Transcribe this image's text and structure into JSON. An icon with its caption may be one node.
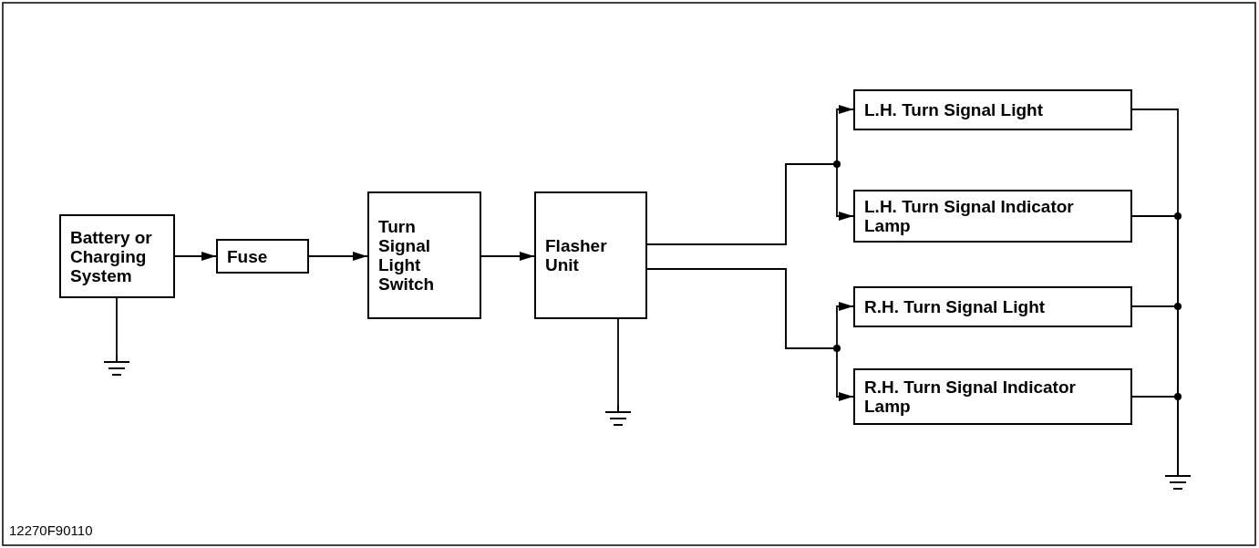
{
  "diagram": {
    "nodes": [
      {
        "text": [
          "Battery or Charging System"
        ]
      },
      {
        "text": [
          "Fuse"
        ]
      },
      {
        "text": [
          "Turn Signal Light Switch"
        ]
      },
      {
        "text": [
          "Flasher Unit"
        ]
      },
      {
        "text": [
          "L.H. Turn Signal Light"
        ]
      },
      {
        "text": [
          "L.H. Turn Signal Indicator Lamp"
        ]
      },
      {
        "text": [
          "R.H. Turn Signal Light"
        ]
      },
      {
        "text": [
          "R.H. Turn Signal Indicator Lamp"
        ]
      },
      {
        "text": [],
        "shape": "ground"
      },
      {
        "text": [],
        "shape": "ground"
      },
      {
        "text": [],
        "shape": "ground"
      }
    ],
    "edges": [
      {
        "from": 0,
        "to": 1,
        "arrow": "to"
      },
      {
        "from": 1,
        "to": 2,
        "arrow": "to"
      },
      {
        "from": 2,
        "to": 3,
        "arrow": "to"
      },
      {
        "from": 3,
        "to": 4,
        "arrow": "to"
      },
      {
        "from": 3,
        "to": 5,
        "arrow": "to"
      },
      {
        "from": 3,
        "to": 6,
        "arrow": "to"
      },
      {
        "from": 3,
        "to": 7,
        "arrow": "to"
      },
      {
        "from": 0,
        "to": 8,
        "arrow": "none"
      },
      {
        "from": 3,
        "to": 9,
        "arrow": "none"
      },
      {
        "from": 4,
        "to": 10,
        "arrow": "none"
      },
      {
        "from": 5,
        "to": 10,
        "arrow": "none"
      },
      {
        "from": 6,
        "to": 10,
        "arrow": "none"
      },
      {
        "from": 7,
        "to": 10,
        "arrow": "none"
      }
    ],
    "labels": [
      "12270F90110"
    ]
  }
}
